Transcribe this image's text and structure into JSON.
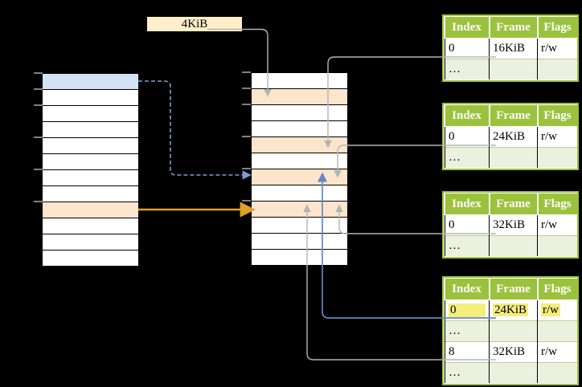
{
  "colors": {
    "background": "#000000",
    "table_header_green": "#9BC23C",
    "table_row_alt_green": "#EBF1DE",
    "highlight_yellow": "#F4EE7C",
    "page_blue": "#D3E2F4",
    "page_orange": "#FCE5CD",
    "label_cream": "#FCEFC9",
    "connector_gray": "#B3B3B3",
    "connector_blue": "#6387C5",
    "connector_blue_dashed": "#7E9CD4",
    "connector_orange": "#DFA024",
    "tick_gray": "#808080"
  },
  "size_label": {
    "text": "4KiB"
  },
  "virtual_memory_column": {
    "row_count": 12,
    "blue_row": 1,
    "orange_row": 9
  },
  "physical_memory_column": {
    "row_count": 12,
    "orange_rows": [
      2,
      5,
      7,
      9
    ]
  },
  "page_tables": [
    {
      "headers": [
        "Index",
        "Frame",
        "Flags"
      ],
      "rows": [
        {
          "index": "0",
          "frame": "16KiB",
          "flags": "r/w"
        },
        {
          "index": "…",
          "frame": "",
          "flags": ""
        }
      ]
    },
    {
      "headers": [
        "Index",
        "Frame",
        "Flags"
      ],
      "rows": [
        {
          "index": "0",
          "frame": "24KiB",
          "flags": "r/w"
        },
        {
          "index": "…",
          "frame": "",
          "flags": ""
        }
      ]
    },
    {
      "headers": [
        "Index",
        "Frame",
        "Flags"
      ],
      "rows": [
        {
          "index": "0",
          "frame": "32KiB",
          "flags": "r/w"
        },
        {
          "index": "…",
          "frame": "",
          "flags": ""
        }
      ]
    },
    {
      "headers": [
        "Index",
        "Frame",
        "Flags"
      ],
      "rows": [
        {
          "index": "0",
          "frame": "24KiB",
          "flags": "r/w",
          "highlighted": true
        },
        {
          "index": "…",
          "frame": "",
          "flags": ""
        },
        {
          "index": "8",
          "frame": "32KiB",
          "flags": "r/w"
        },
        {
          "index": "…",
          "frame": "",
          "flags": ""
        }
      ]
    }
  ]
}
